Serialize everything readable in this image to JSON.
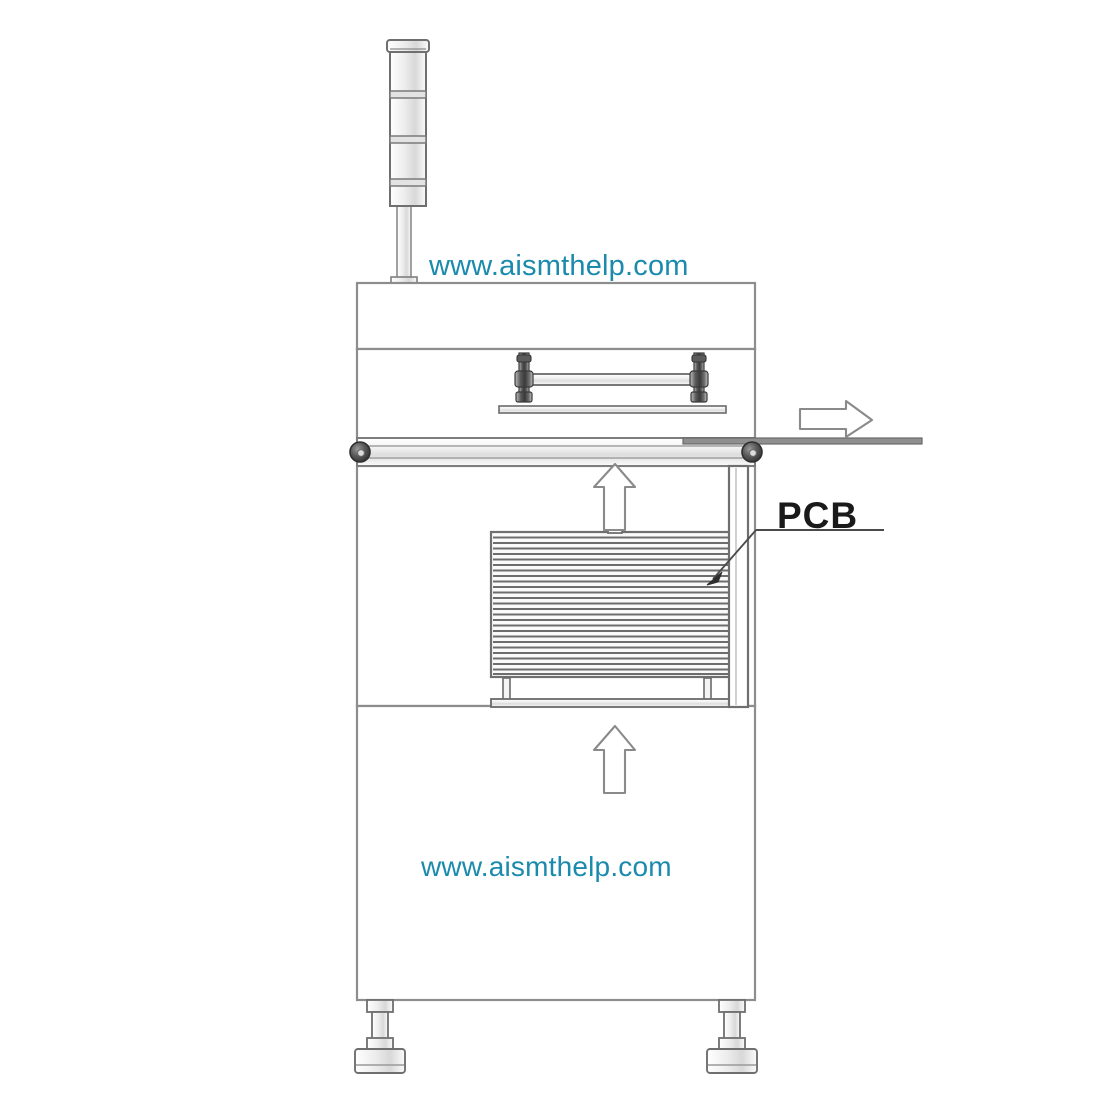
{
  "document": {
    "kind": "technical-line-drawing",
    "subject": "PCB magazine loader / unloader front elevation view",
    "background_color": "#ffffff",
    "line_color": "#808080",
    "dark_line_color": "#4d4d4d"
  },
  "watermarks": [
    {
      "text": "www.aismthelp.com",
      "color": "#1a8aad",
      "position": "upper"
    },
    {
      "text": "www.aismthelp.com",
      "color": "#1a8aad",
      "position": "lower"
    }
  ],
  "annotations": {
    "pcb_label": "PCB",
    "pcb_label_color": "#1a1a1a"
  },
  "parts": {
    "tower_light": {
      "name": "signal-tower-light",
      "segments": 3,
      "has_cap": true,
      "pole": true
    },
    "top_panel": {
      "name": "top-panel"
    },
    "upper_chamber": {
      "name": "upper-chamber"
    },
    "internal_rail": {
      "name": "internal-guide-rail",
      "post_count": 2,
      "has_base_plate": true
    },
    "conveyor": {
      "name": "conveyor-rail",
      "roller_count": 2,
      "pcb_board_extends_right": true
    },
    "magazine": {
      "name": "pcb-magazine-rack",
      "slot_count": 26,
      "has_base_platform": true,
      "leg_count": 2
    },
    "guide_column": {
      "name": "vertical-guide-column"
    },
    "lower_cabinet": {
      "name": "lower-cabinet"
    },
    "feet": {
      "name": "adjustable-leveling-foot",
      "count": 2
    }
  },
  "arrows": [
    {
      "name": "transfer-direction-arrow",
      "direction": "right",
      "style": "hollow-outline"
    },
    {
      "name": "magazine-lift-arrow-upper",
      "direction": "up",
      "style": "hollow-outline"
    },
    {
      "name": "magazine-lift-arrow-lower",
      "direction": "up",
      "style": "hollow-outline"
    }
  ]
}
